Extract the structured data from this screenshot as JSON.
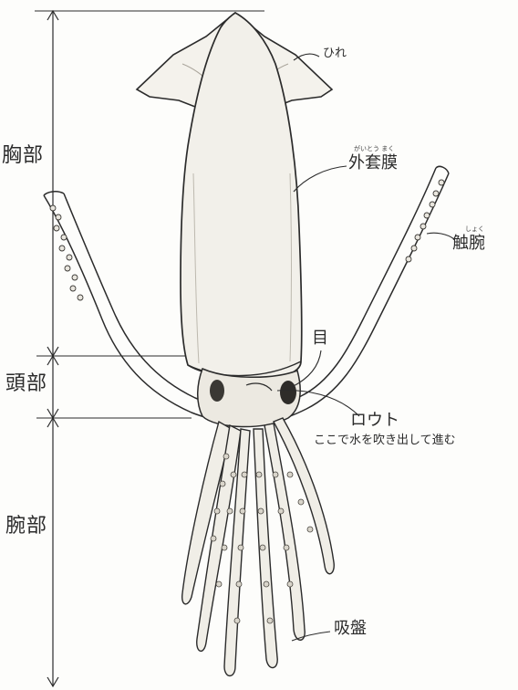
{
  "labels": {
    "fin": "ひれ",
    "mantle": "外套膜",
    "mantle_ruby": "がいとう まく",
    "tentacle": "触腕",
    "tentacle_ruby": "しょく",
    "eye": "目",
    "funnel": "ロウト",
    "funnel_note": "ここで水を吹き出して進む",
    "sucker": "吸盤",
    "chest": "胸部",
    "head": "頭部",
    "arms": "腕部"
  },
  "colors": {
    "ink": "#2b2b2b",
    "body": "#f2f0ea",
    "shade": "#c9c6bd"
  }
}
